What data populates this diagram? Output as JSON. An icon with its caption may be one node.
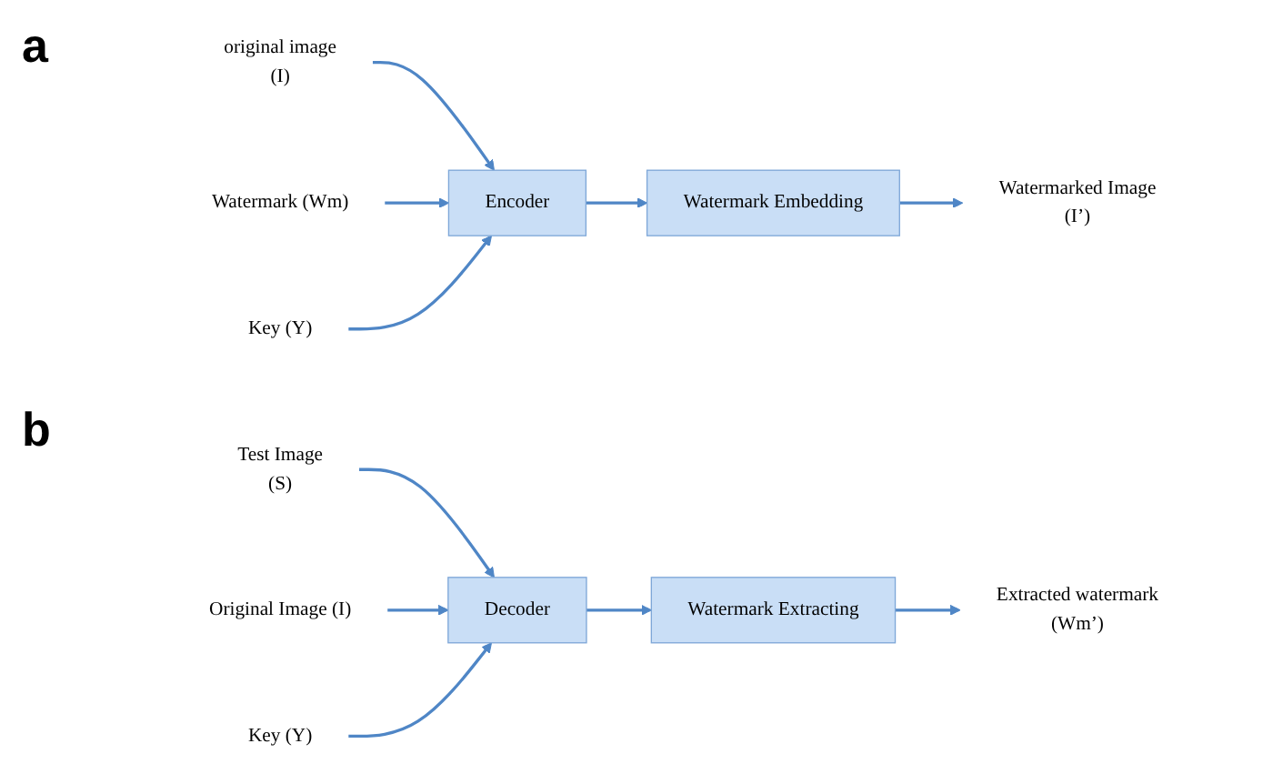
{
  "diagram": {
    "nodes": [
      {
        "text": [
          "original image",
          "(I)"
        ]
      },
      {
        "text": [
          "Watermark (Wm)"
        ]
      },
      {
        "text": [
          "Encoder"
        ]
      },
      {
        "text": [
          "Key (Y)"
        ]
      },
      {
        "text": [
          "Watermark Embedding"
        ]
      },
      {
        "text": [
          "Watermarked Image",
          "(I’)"
        ]
      },
      {
        "text": [
          "Test Image",
          "(S)"
        ]
      },
      {
        "text": [
          "Original Image (I)"
        ]
      },
      {
        "text": [
          "Decoder"
        ]
      },
      {
        "text": [
          "Key (Y)"
        ]
      },
      {
        "text": [
          "Watermark Extracting"
        ]
      },
      {
        "text": [
          "Extracted watermark",
          "(Wm’)"
        ]
      }
    ],
    "edges": [
      {
        "from": 0,
        "to": 2,
        "arrow": "to"
      },
      {
        "from": 1,
        "to": 2,
        "arrow": "to"
      },
      {
        "from": 3,
        "to": 2,
        "arrow": "to"
      },
      {
        "from": 2,
        "to": 4,
        "arrow": "to"
      },
      {
        "from": 4,
        "to": 5,
        "arrow": "to"
      },
      {
        "from": 6,
        "to": 8,
        "arrow": "to"
      },
      {
        "from": 7,
        "to": 8,
        "arrow": "to"
      },
      {
        "from": 9,
        "to": 8,
        "arrow": "to"
      },
      {
        "from": 8,
        "to": 10,
        "arrow": "to"
      },
      {
        "from": 10,
        "to": 11,
        "arrow": "to"
      }
    ],
    "labels": [
      "a",
      "b"
    ]
  }
}
